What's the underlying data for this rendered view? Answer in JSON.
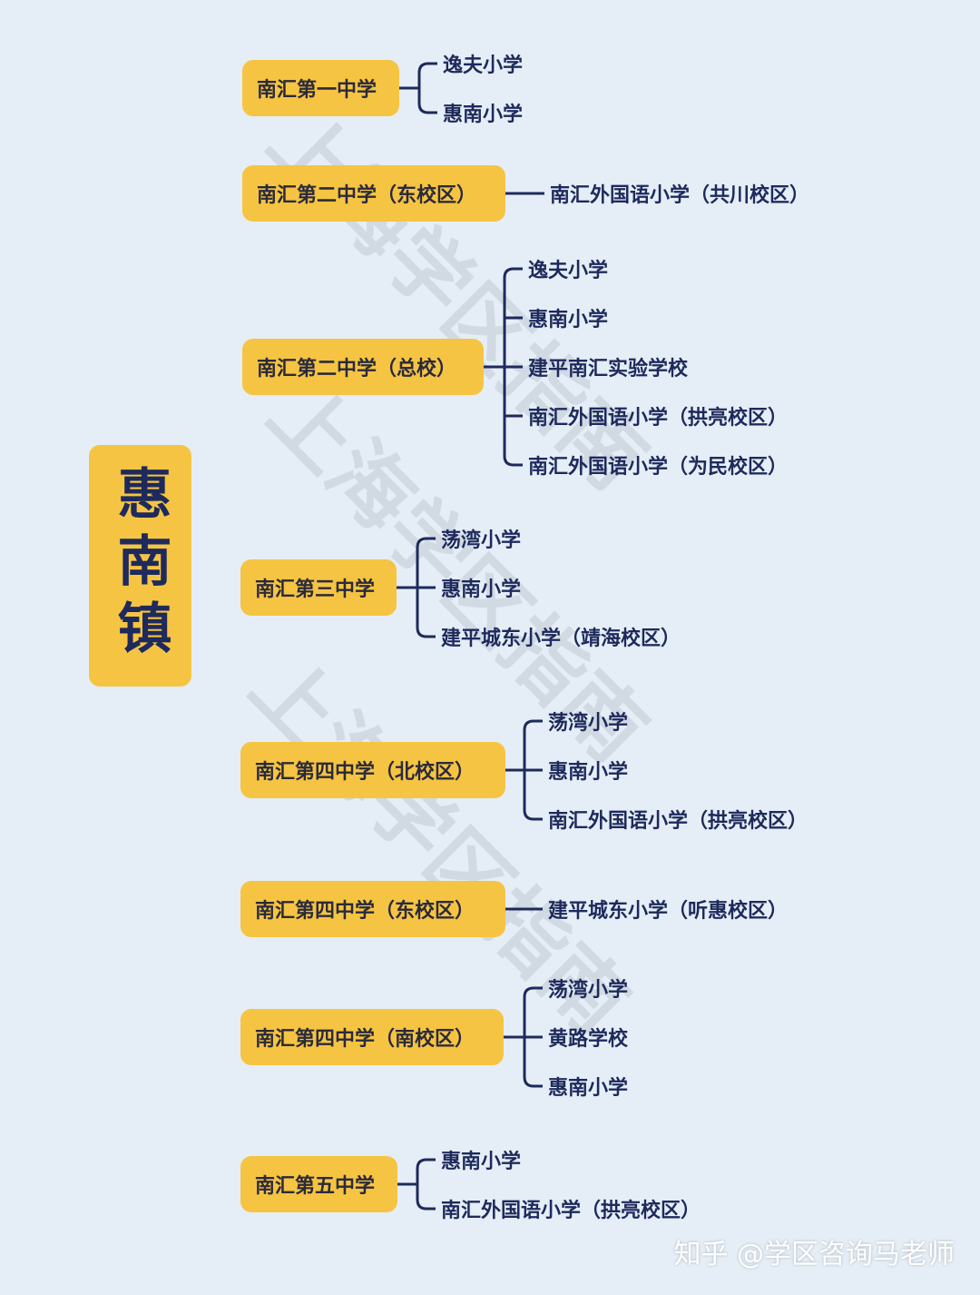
{
  "title": "惠南镇",
  "groups": [
    {
      "middle": "南汇第一中学",
      "primaries": [
        "逸夫小学",
        "惠南小学"
      ]
    },
    {
      "middle": "南汇第二中学（东校区）",
      "primaries": [
        "南汇外国语小学（共川校区）"
      ]
    },
    {
      "middle": "南汇第二中学（总校）",
      "primaries": [
        "逸夫小学",
        "惠南小学",
        "建平南汇实验学校",
        "南汇外国语小学（拱亮校区）",
        "南汇外国语小学（为民校区）"
      ]
    },
    {
      "middle": "南汇第三中学",
      "primaries": [
        "荡湾小学",
        "惠南小学",
        "建平城东小学（靖海校区）"
      ]
    },
    {
      "middle": "南汇第四中学（北校区）",
      "primaries": [
        "荡湾小学",
        "惠南小学",
        "南汇外国语小学（拱亮校区）"
      ]
    },
    {
      "middle": "南汇第四中学（东校区）",
      "primaries": [
        "建平城东小学（听惠校区）"
      ]
    },
    {
      "middle": "南汇第四中学（南校区）",
      "primaries": [
        "荡湾小学",
        "黄路学校",
        "惠南小学"
      ]
    },
    {
      "middle": "南汇第五中学",
      "primaries": [
        "惠南小学",
        "南汇外国语小学（拱亮校区）"
      ]
    }
  ],
  "watermark": "上海学区指南",
  "footer": "知乎 @学区咨询马老师",
  "colors": {
    "background": "#e5eef6",
    "box": "#f6c443",
    "text": "#1e2a5c",
    "line": "#1e2a5c"
  }
}
